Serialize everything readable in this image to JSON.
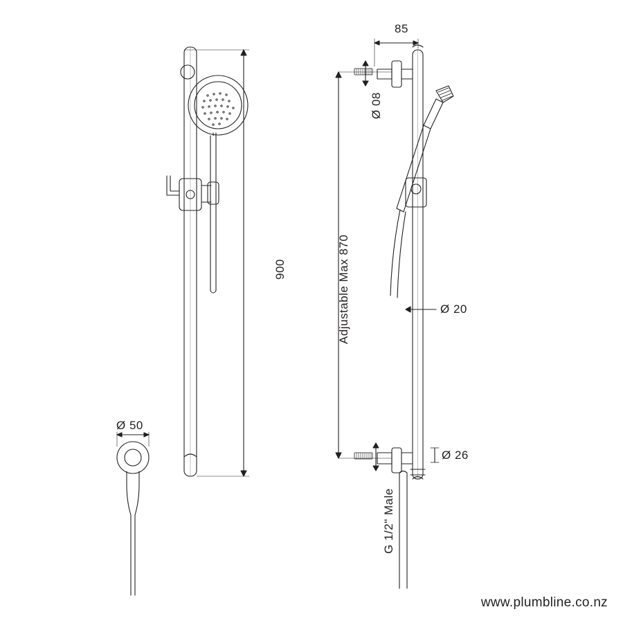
{
  "drawing": {
    "title": "Shower rail set technical dimension drawing",
    "line_color": "#231f20",
    "background": "#ffffff",
    "stroke_width": 1.1
  },
  "dimensions": {
    "overall_height": "900",
    "adjustable_max": "Adjustable Max 870",
    "rail_spacing": "85",
    "hose_outlet_dia": "Ø 08",
    "wall_flange_dia": "Ø 50",
    "rail_dia": "Ø 20",
    "bracket_dia": "Ø 26",
    "inlet_thread": "G 1/2\" Male"
  },
  "footer": {
    "url": "www.plumbline.co.nz"
  }
}
